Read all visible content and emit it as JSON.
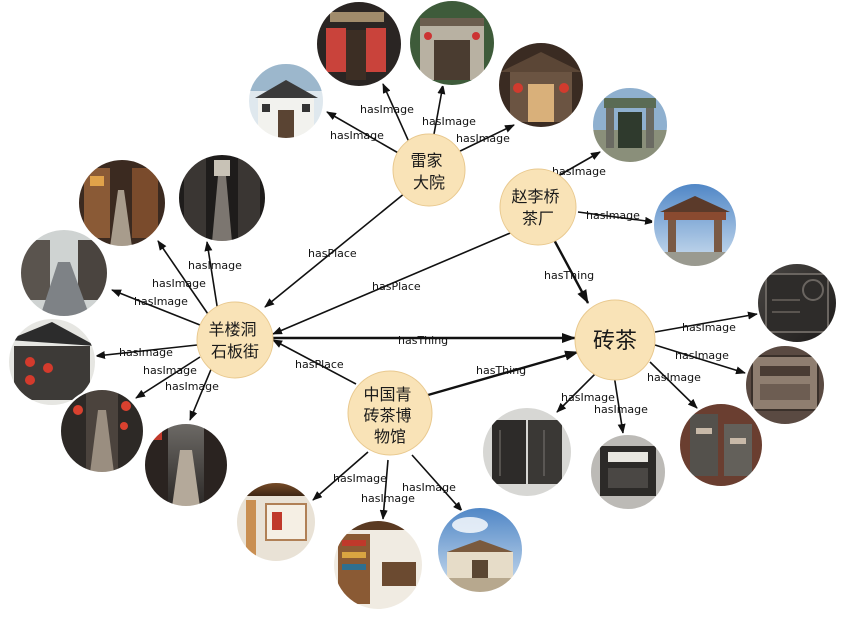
{
  "nodes": {
    "leijia": {
      "lines": [
        "雷家",
        "大院"
      ]
    },
    "zhaoli": {
      "lines": [
        "赵李桥",
        "茶厂"
      ]
    },
    "yanglou": {
      "lines": [
        "羊楼洞",
        "石板街"
      ]
    },
    "zhuancha": {
      "lines": [
        "砖茶"
      ]
    },
    "museum": {
      "lines": [
        "中国青",
        "砖茶博",
        "物馆"
      ]
    }
  },
  "relations": {
    "has_place": "hasPlace",
    "has_thing": "hasThing",
    "has_image": "hasImage"
  },
  "photo_subjects": {
    "leijia": [
      "hui-style-gate",
      "red-door-couplets",
      "stone-archway",
      "courtyard-lanterns"
    ],
    "zhaoli": [
      "factory-gate-green",
      "factory-gate-pavilion"
    ],
    "yanglou": [
      "street-shops",
      "narrow-alley",
      "wet-stone-street",
      "lantern-houses",
      "red-lantern-lane",
      "rainy-street"
    ],
    "zhuancha": [
      "tea-brick-dark",
      "tea-brick-label",
      "tea-brick-pair",
      "tea-brick-box",
      "tea-brick-mold"
    ],
    "museum": [
      "museum-hall-wood",
      "museum-bookshelves",
      "museum-exterior"
    ]
  },
  "colors": {
    "node_fill": "#f9e3b7",
    "edge": "#111111"
  }
}
